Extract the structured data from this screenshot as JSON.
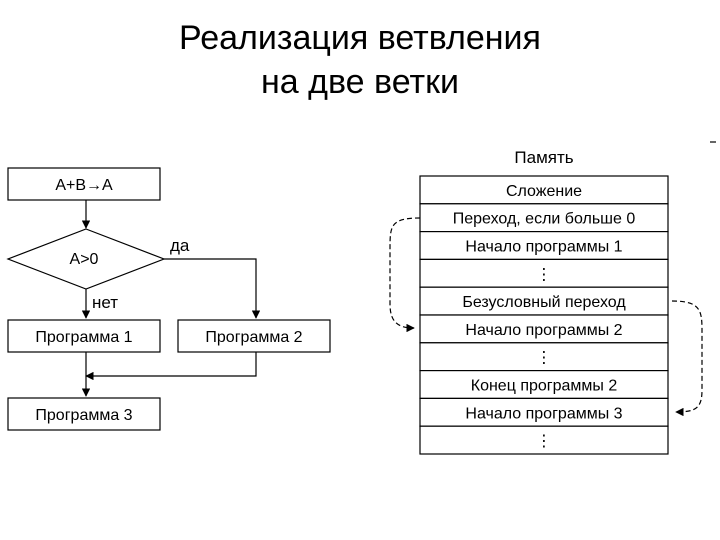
{
  "slide": {
    "title_line1": "Реализация ветвления",
    "title_line2": "на две ветки"
  },
  "flowchart": {
    "assign_box": "A+B→A",
    "condition": "A>0",
    "yes_label": "да",
    "no_label": "нет",
    "program1": "Программа 1",
    "program2": "Программа 2",
    "program3": "Программа 3"
  },
  "memory": {
    "header": "Память",
    "cells": [
      "Сложение",
      "Переход, если больше 0",
      "Начало программы 1",
      "⋮",
      "Безусловный переход",
      "Начало программы 2",
      "⋮",
      "Конец программы 2",
      "Начало программы 3",
      "⋮"
    ]
  }
}
